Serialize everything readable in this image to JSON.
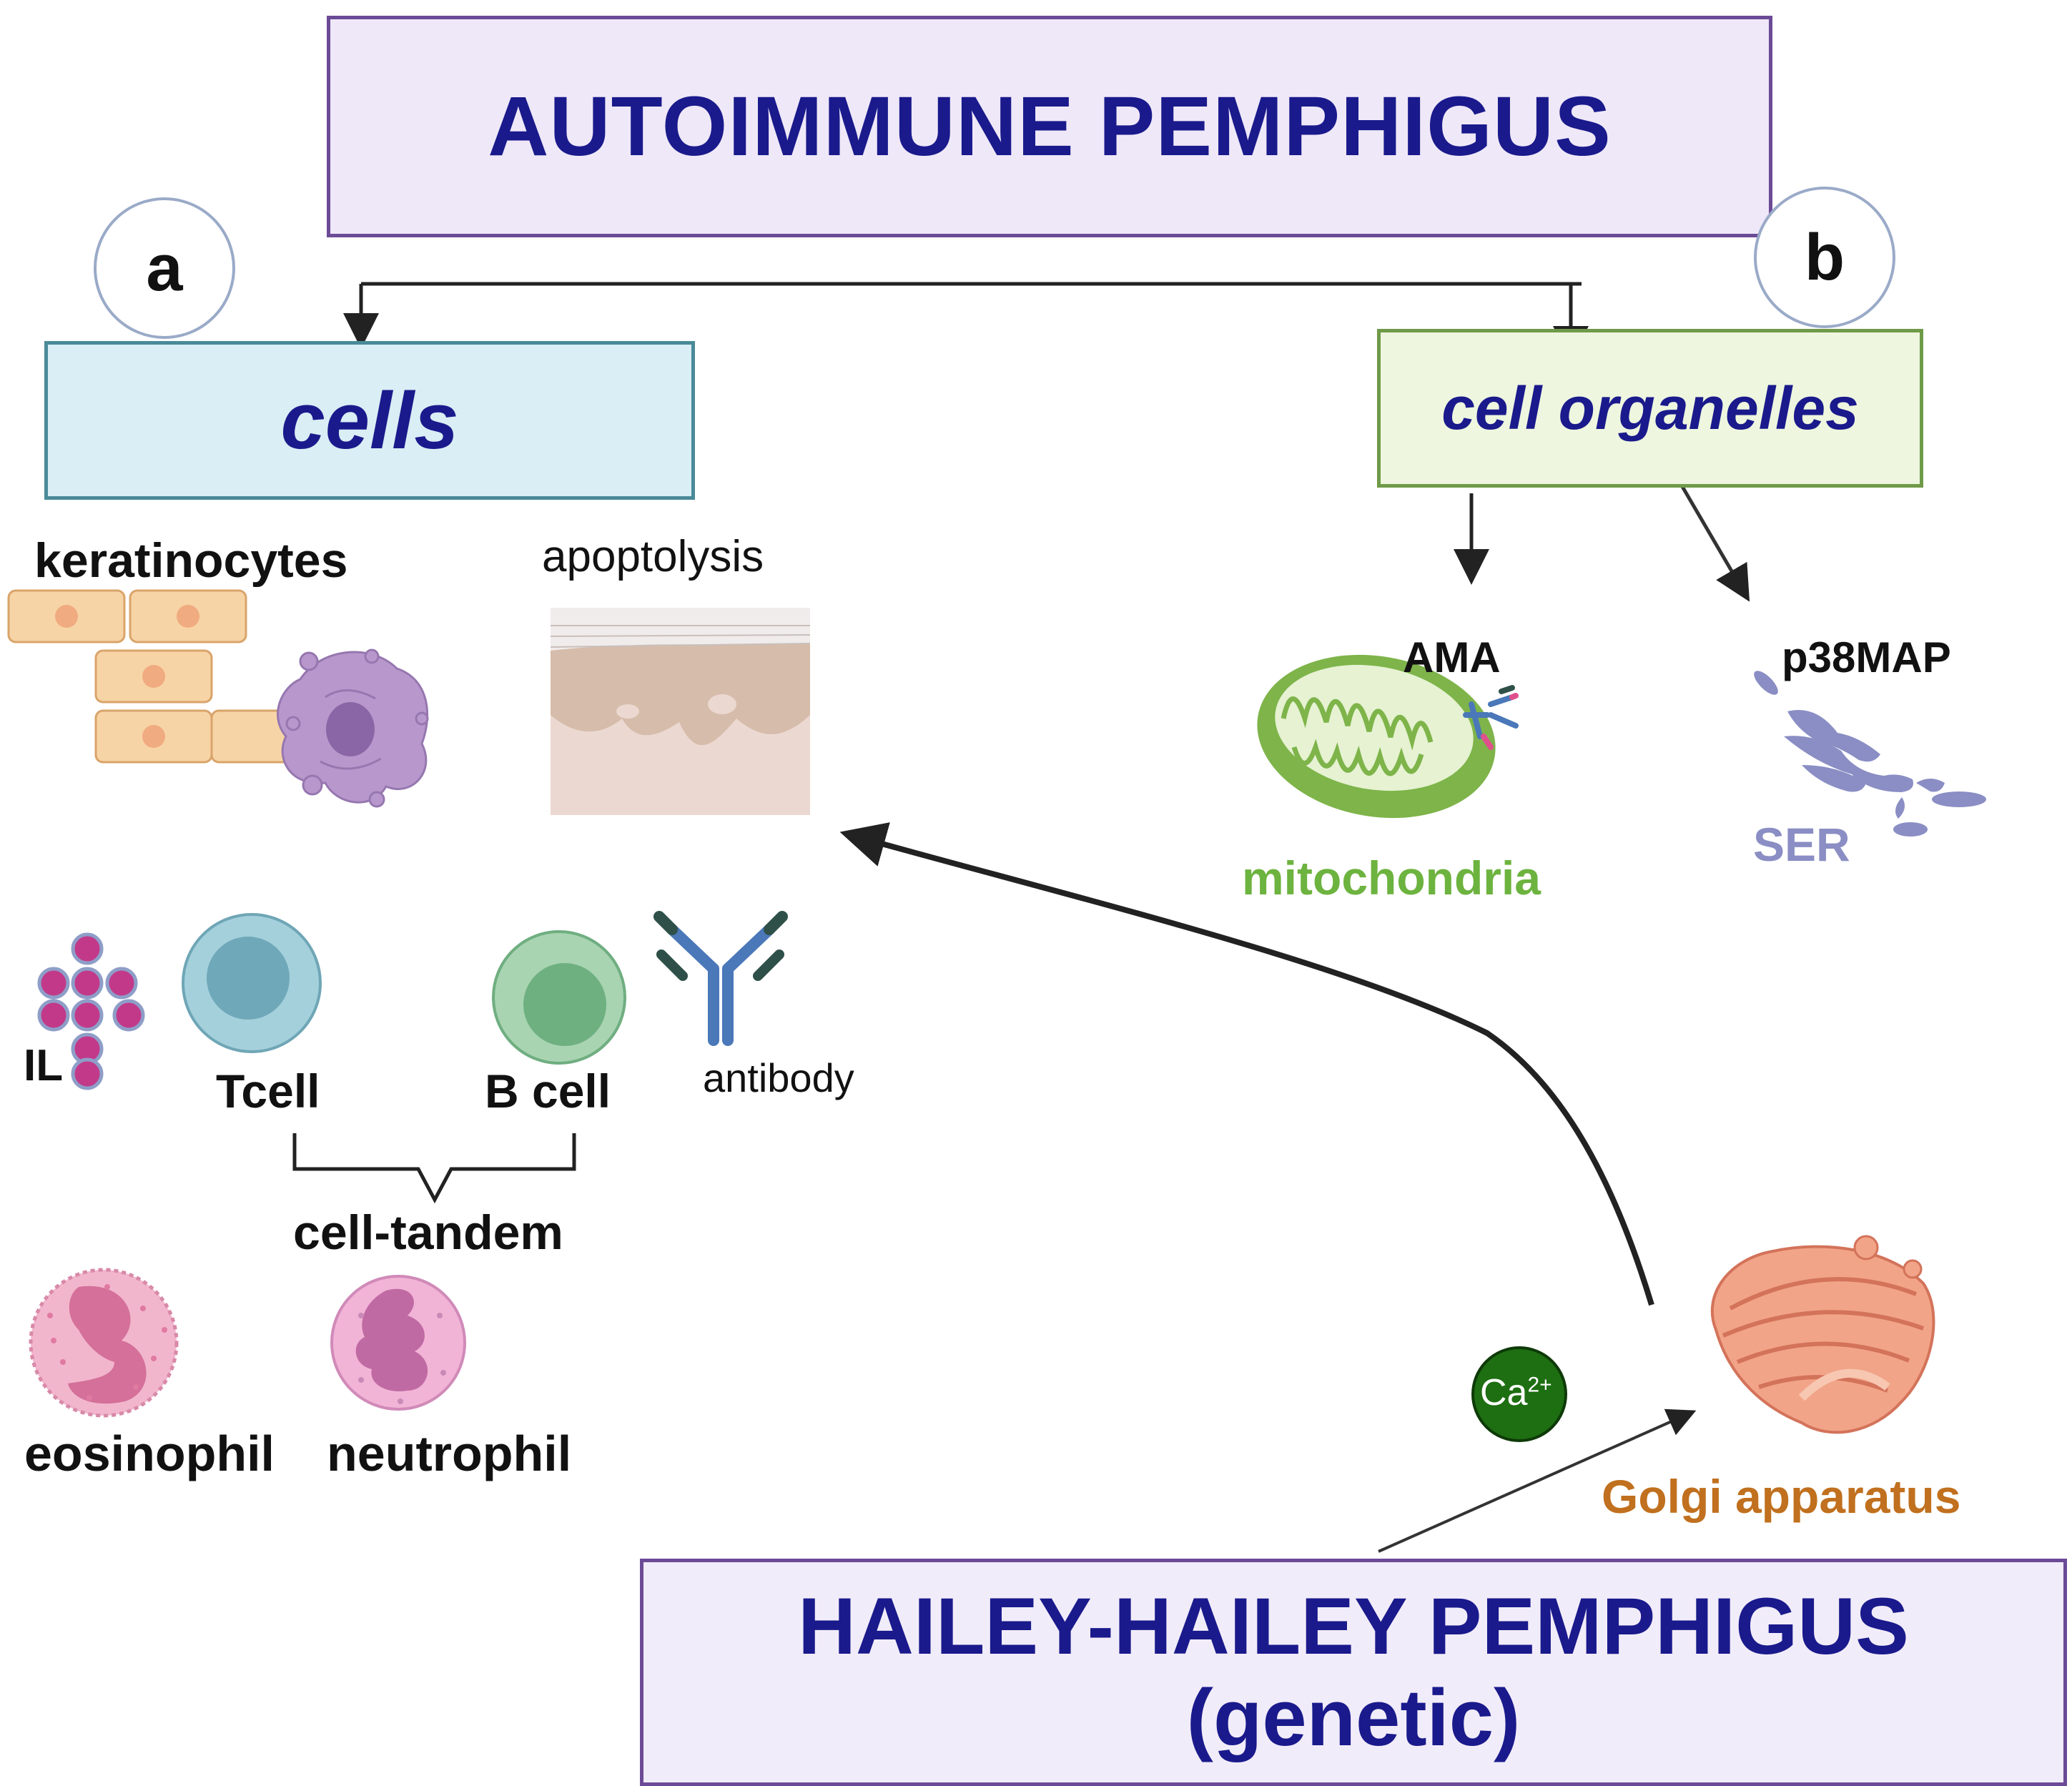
{
  "title": "AUTOIMMUNE PEMPHIGUS",
  "branches": {
    "a": {
      "marker": "a",
      "label": "cells"
    },
    "b": {
      "marker": "b",
      "label": "cell organelles"
    }
  },
  "cells": {
    "keratinocytes": "keratinocytes",
    "apoptolysis": "apoptolysis",
    "il": "IL",
    "tcell": "Tcell",
    "bcell": "B cell",
    "antibody": "antibody",
    "cell_tandem": "cell-tandem",
    "eosinophil": "eosinophil",
    "neutrophil": "neutrophil"
  },
  "organelles": {
    "ama": "AMA",
    "mitochondria": "mitochondria",
    "p38map": "p38MAP",
    "ser": "SER",
    "ca_base": "Ca",
    "ca_sup": "2+",
    "golgi": "Golgi apparatus"
  },
  "bottom": {
    "line1": "HAILEY-HAILEY PEMPHIGUS",
    "line2": "(genetic)"
  },
  "colors": {
    "title_text": "#1a1a8c",
    "mitochondria_label": "#6db33f",
    "ser_label": "#8a8ec4",
    "golgi_label": "#c0701e",
    "ca_fill": "#1e6e12"
  }
}
